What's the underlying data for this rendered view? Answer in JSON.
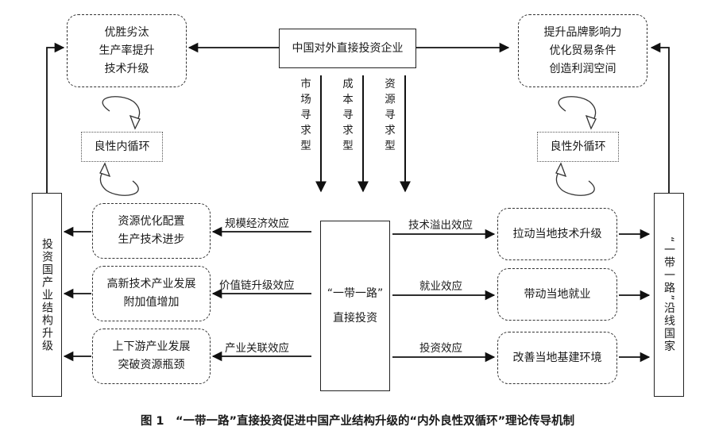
{
  "nodes": {
    "top_center": "中国对外直接投资企业",
    "top_left_lines": [
      "优胜劣汰",
      "生产率提升",
      "技术升级"
    ],
    "top_right_lines": [
      "提升品牌影响力",
      "优化贸易条件",
      "创造利润空间"
    ],
    "inner_cycle": "良性内循环",
    "outer_cycle": "良性外循环",
    "left_vertical": "投资国产业结构升级",
    "right_vertical": "“一带一路”沿线国家",
    "center_lines": [
      "“一带一路”",
      "直接投资"
    ],
    "left_mid": [
      [
        "资源优化配置",
        "生产技术进步"
      ],
      [
        "高新技术产业发展",
        "附加值增加"
      ],
      [
        "上下游产业发展",
        "突破资源瓶颈"
      ]
    ],
    "right_mid": [
      "拉动当地技术升级",
      "带动当地就业",
      "改善当地基建环境"
    ]
  },
  "edge_labels": {
    "motives": [
      "市场寻求型",
      "成本寻求型",
      "资源寻求型"
    ],
    "left_effects": [
      "规模经济效应",
      "价值链升级效应",
      "产业关联效应"
    ],
    "right_effects": [
      "技术溢出效应",
      "就业效应",
      "投资效应"
    ]
  },
  "caption": "图 1　“一带一路”直接投资促进中国产业结构升级的“内外良性双循环”理论传导机制"
}
